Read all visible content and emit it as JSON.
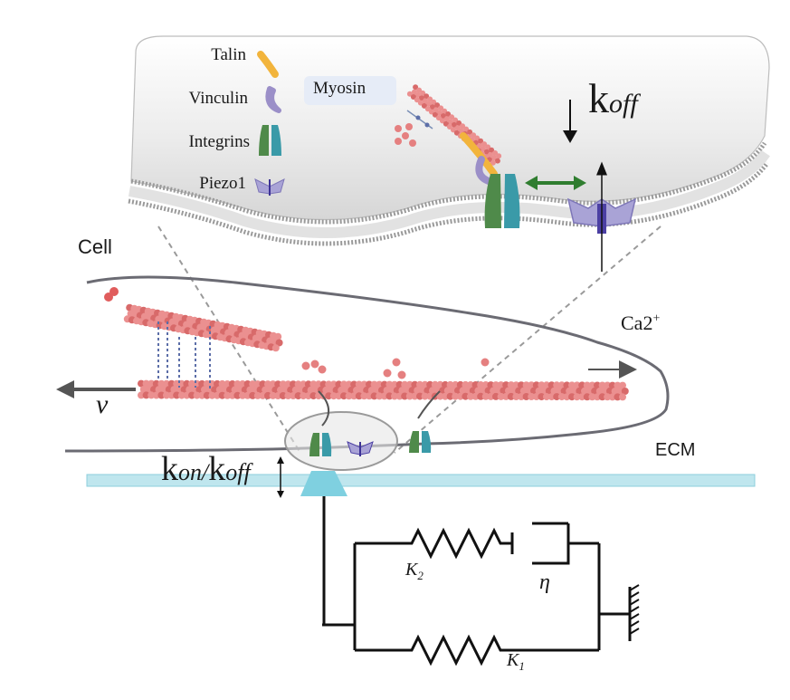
{
  "legend": {
    "talin": "Talin",
    "vinculin": "Vinculin",
    "integrins": "Integrins",
    "piezo1": "Piezo1"
  },
  "labels": {
    "myosin": "Myosin",
    "koff_k": "k",
    "koff_sub": "off",
    "cell": "Cell",
    "ca_base": "Ca2",
    "ca_sup": "+",
    "velocity": "v",
    "ecm": "ECM",
    "kon_k1": "k",
    "kon_sub1": "on/",
    "kon_k2": "k",
    "kon_sub2": "off",
    "k2_base": "K",
    "k2_sub": "2",
    "k1_base": "K",
    "k1_sub": "1",
    "eta": "η"
  },
  "colors": {
    "talin": "#f2b43c",
    "vinculin": "#9b8fc8",
    "integrin_green": "#4f8a4a",
    "integrin_teal": "#3a9aa8",
    "piezo": "#a9a3d6",
    "actin": "#e58080",
    "membrane": "#8a8a8a",
    "ecm": "#bfe6ee",
    "arrow_green": "#2f7d2f"
  }
}
